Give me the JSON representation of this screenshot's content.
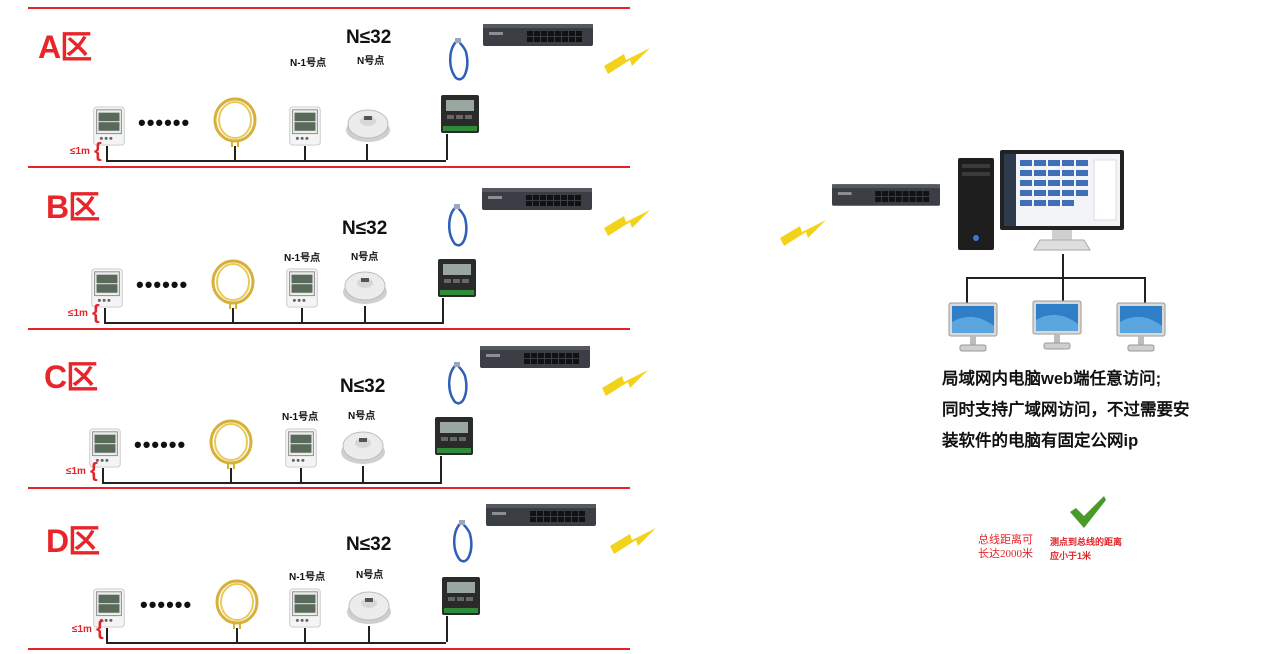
{
  "zones": [
    {
      "label": "A区",
      "n_max": "N≤32",
      "n_minus_1": "N-1号点",
      "n_point": "N号点",
      "distance": "≤1m",
      "ellipsis": "••••••"
    },
    {
      "label": "B区",
      "n_max": "N≤32",
      "n_minus_1": "N-1号点",
      "n_point": "N号点",
      "distance": "≤1m",
      "ellipsis": "••••••"
    },
    {
      "label": "C区",
      "n_max": "N≤32",
      "n_minus_1": "N-1号点",
      "n_point": "N号点",
      "distance": "≤1m",
      "ellipsis": "••••••"
    },
    {
      "label": "D区",
      "n_max": "N≤32",
      "n_minus_1": "N-1号点",
      "n_point": "N号点",
      "distance": "≤1m",
      "ellipsis": "••••••"
    }
  ],
  "brace_glyph": "{",
  "description": [
    "局域网内电脑web端任意访问;",
    "同时支持广域网访问，不过需要安",
    "装软件的电脑有固定公网ip"
  ],
  "notes": {
    "bus_length": [
      "总线距离可",
      "长达2000米"
    ],
    "stub_length": [
      "测点到总线的距离",
      "应小于1米"
    ]
  },
  "colors": {
    "zone_red": "#e8252a",
    "bolt_yellow": "#f3d21c",
    "check_green": "#4a9a2a",
    "cable_blue": "#2f5fb8"
  }
}
